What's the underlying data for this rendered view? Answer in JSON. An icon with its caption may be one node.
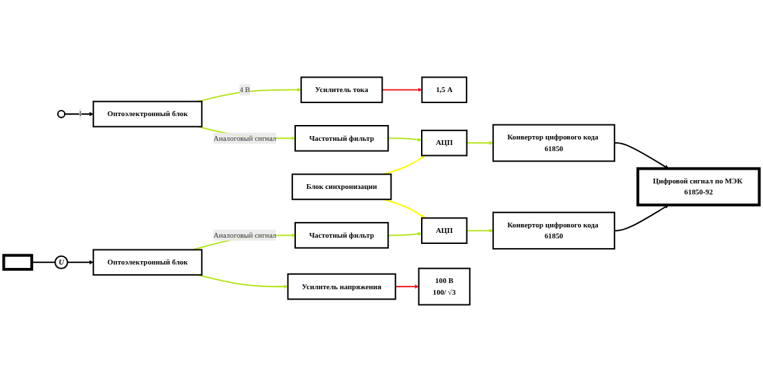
{
  "diagram": {
    "nodes": [
      {
        "text": [],
        "shape": "bar"
      },
      {
        "text": [],
        "shape": "circle"
      },
      {
        "text": [
          "Оптоэлектронный блок"
        ]
      },
      {
        "text": [
          "Усилитель тока"
        ]
      },
      {
        "text": [
          "Частотный фильтр"
        ]
      },
      {
        "text": [
          "АЦП"
        ]
      },
      {
        "text": [
          "Конвертор цифрового кода 61850"
        ]
      },
      {
        "text": [
          "Блок синхронизации"
        ]
      },
      {
        "text": [
          "U"
        ]
      },
      {
        "text": [
          "Оптоэлектронный блок"
        ]
      },
      {
        "text": [
          "Частотный фильтр"
        ]
      },
      {
        "text": [
          "Усилитель напряжения"
        ]
      },
      {
        "text": [
          "АЦП"
        ]
      },
      {
        "text": [
          "Конвертор цифрового кода 61850"
        ]
      },
      {
        "text": [
          "Цифровой сигнал по МЭК 61850-92"
        ]
      },
      {
        "text": [
          "1,5 А"
        ]
      },
      {
        "text": [
          "100 В",
          "100/ √3"
        ]
      }
    ],
    "edges": [
      {
        "from": 1,
        "to": 2,
        "arrow": "to",
        "label": "I",
        "color": "#000000"
      },
      {
        "from": 2,
        "to": 3,
        "arrow": "to",
        "label": "4 В",
        "color": "#b5e61d"
      },
      {
        "from": 2,
        "to": 4,
        "arrow": "to",
        "label": "Аналоговый сигнал",
        "color": "#b5e61d"
      },
      {
        "from": 3,
        "to": 15,
        "arrow": "to",
        "color": "#ed1c24"
      },
      {
        "from": 4,
        "to": 5,
        "arrow": "to",
        "color": "#b5e61d"
      },
      {
        "from": 5,
        "to": 6,
        "arrow": "to",
        "color": "#b5e61d"
      },
      {
        "from": 7,
        "to": 5,
        "arrow": "to",
        "color": "#ffff00"
      },
      {
        "from": 7,
        "to": 12,
        "arrow": "to",
        "color": "#ffff00"
      },
      {
        "from": 6,
        "to": 14,
        "arrow": "to",
        "color": "#000000"
      },
      {
        "from": 13,
        "to": 14,
        "arrow": "to",
        "color": "#000000"
      },
      {
        "from": 0,
        "to": 8,
        "arrow": "none",
        "color": "#000000"
      },
      {
        "from": 8,
        "to": 9,
        "arrow": "to",
        "color": "#000000"
      },
      {
        "from": 9,
        "to": 10,
        "arrow": "to",
        "label": "Аналоговый сигнал",
        "color": "#b5e61d"
      },
      {
        "from": 9,
        "to": 11,
        "arrow": "to",
        "color": "#b5e61d"
      },
      {
        "from": 11,
        "to": 16,
        "arrow": "to",
        "color": "#ed1c24"
      },
      {
        "from": 10,
        "to": 12,
        "arrow": "to",
        "color": "#b5e61d"
      },
      {
        "from": 12,
        "to": 13,
        "arrow": "to",
        "color": "#b5e61d"
      }
    ]
  }
}
